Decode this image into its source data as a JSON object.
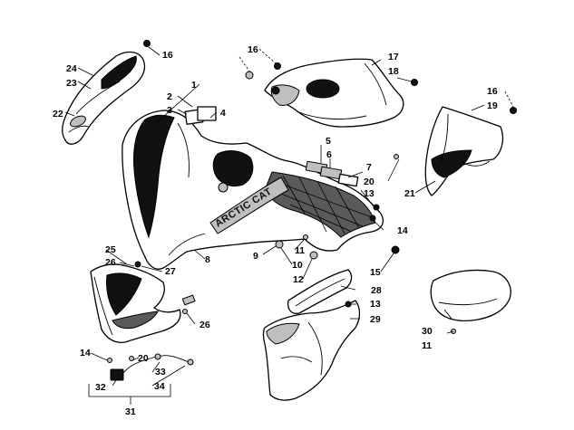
{
  "brand_text": "ARCTIC CAT",
  "callouts": [
    {
      "id": "c1",
      "text": "1"
    },
    {
      "id": "c2",
      "text": "2"
    },
    {
      "id": "c3",
      "text": "3"
    },
    {
      "id": "c4",
      "text": "4"
    },
    {
      "id": "c5",
      "text": "5"
    },
    {
      "id": "c6",
      "text": "6"
    },
    {
      "id": "c7",
      "text": "7"
    },
    {
      "id": "c8",
      "text": "8"
    },
    {
      "id": "c9",
      "text": "9"
    },
    {
      "id": "c10",
      "text": "10"
    },
    {
      "id": "c11a",
      "text": "11"
    },
    {
      "id": "c11b",
      "text": "11"
    },
    {
      "id": "c12",
      "text": "12"
    },
    {
      "id": "c13a",
      "text": "13"
    },
    {
      "id": "c13b",
      "text": "13"
    },
    {
      "id": "c14a",
      "text": "14"
    },
    {
      "id": "c14b",
      "text": "14"
    },
    {
      "id": "c15",
      "text": "15"
    },
    {
      "id": "c16a",
      "text": "16"
    },
    {
      "id": "c16b",
      "text": "16"
    },
    {
      "id": "c16c",
      "text": "16"
    },
    {
      "id": "c17",
      "text": "17"
    },
    {
      "id": "c18",
      "text": "18"
    },
    {
      "id": "c19",
      "text": "19"
    },
    {
      "id": "c20a",
      "text": "20"
    },
    {
      "id": "c20b",
      "text": "20"
    },
    {
      "id": "c21",
      "text": "21"
    },
    {
      "id": "c22",
      "text": "22"
    },
    {
      "id": "c23",
      "text": "23"
    },
    {
      "id": "c24",
      "text": "24"
    },
    {
      "id": "c25",
      "text": "25"
    },
    {
      "id": "c26a",
      "text": "26"
    },
    {
      "id": "c26b",
      "text": "26"
    },
    {
      "id": "c27",
      "text": "27"
    },
    {
      "id": "c28",
      "text": "28"
    },
    {
      "id": "c29",
      "text": "29"
    },
    {
      "id": "c30",
      "text": "30"
    },
    {
      "id": "c31",
      "text": "31"
    },
    {
      "id": "c32",
      "text": "32"
    },
    {
      "id": "c33",
      "text": "33"
    },
    {
      "id": "c34",
      "text": "34"
    }
  ]
}
